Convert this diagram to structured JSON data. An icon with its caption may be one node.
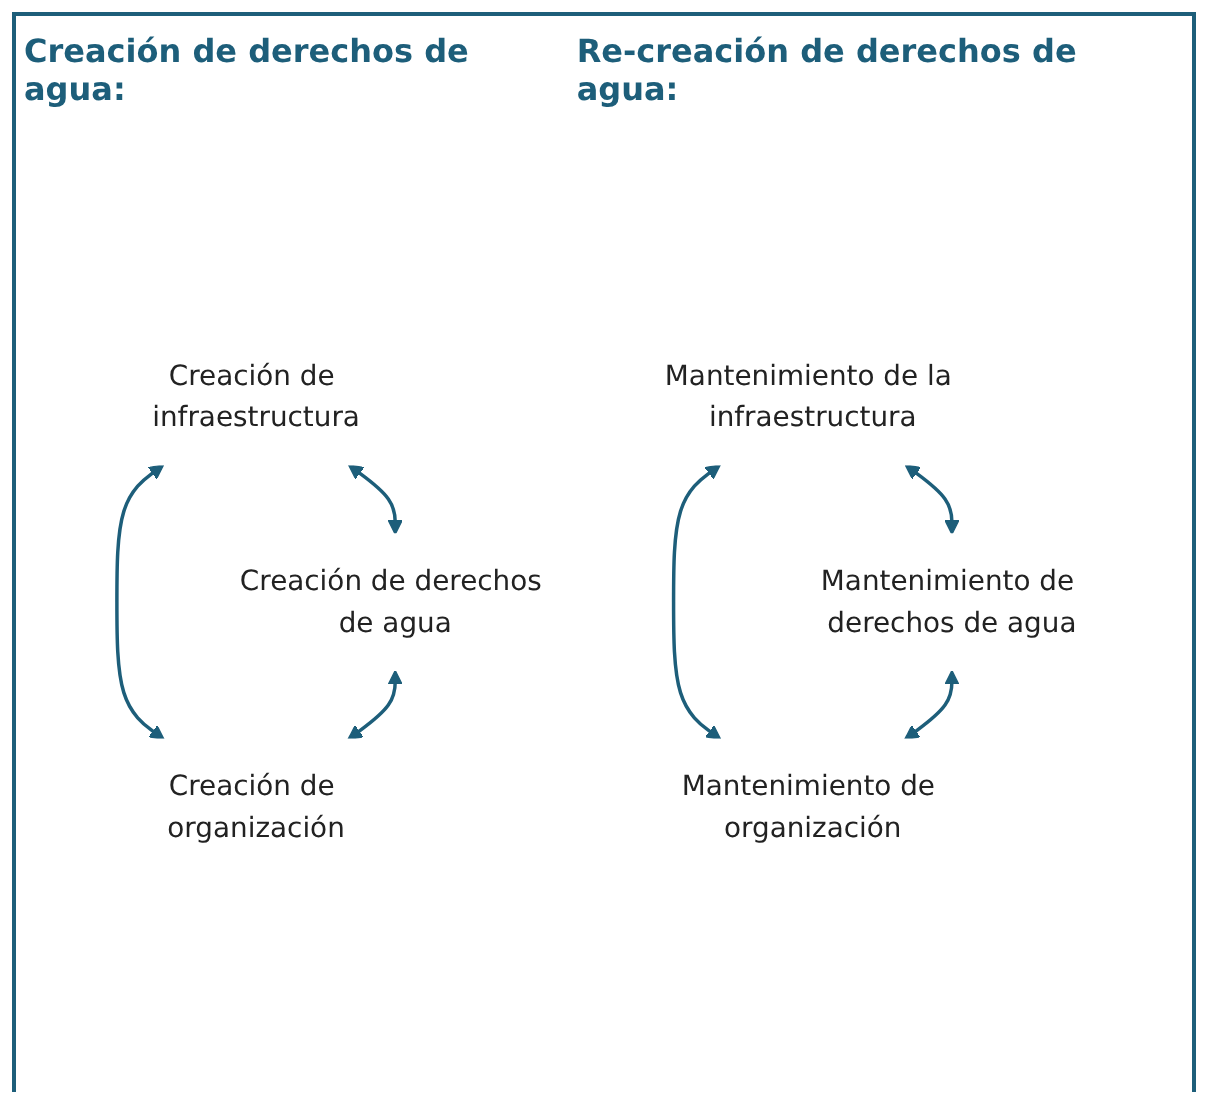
{
  "diagram": {
    "nodes": [
      {
        "text": [
          "Creación de infraestructura"
        ]
      },
      {
        "text": [
          "Creación de derechos de agua"
        ]
      },
      {
        "text": [
          "Creación de organización"
        ]
      },
      {
        "text": [
          "Mantenimiento de la infraestructura"
        ]
      },
      {
        "text": [
          "Mantenimiento de derechos de agua"
        ]
      },
      {
        "text": [
          "Mantenimiento de organización"
        ]
      }
    ],
    "edges": [
      {
        "from": 0,
        "to": 1,
        "arrow": "both"
      },
      {
        "from": 0,
        "to": 2,
        "arrow": "both"
      },
      {
        "from": 1,
        "to": 2,
        "arrow": "both"
      },
      {
        "from": 3,
        "to": 4,
        "arrow": "both"
      },
      {
        "from": 3,
        "to": 5,
        "arrow": "both"
      },
      {
        "from": 4,
        "to": 5,
        "arrow": "both"
      }
    ],
    "labels": [
      "Creación de derechos de agua:",
      "Re-creación de derechos de agua:"
    ]
  }
}
